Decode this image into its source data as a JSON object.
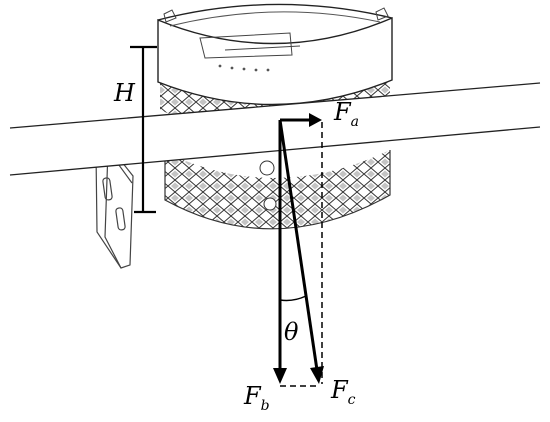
{
  "labels": {
    "height": "H",
    "angle": "θ",
    "force_a": {
      "symbol": "F",
      "subscript": "a"
    },
    "force_b": {
      "symbol": "F",
      "subscript": "b"
    },
    "force_c": {
      "symbol": "F",
      "subscript": "c"
    }
  },
  "colors": {
    "stroke": "#000000",
    "mesh": "#333333",
    "background": "#ffffff"
  }
}
